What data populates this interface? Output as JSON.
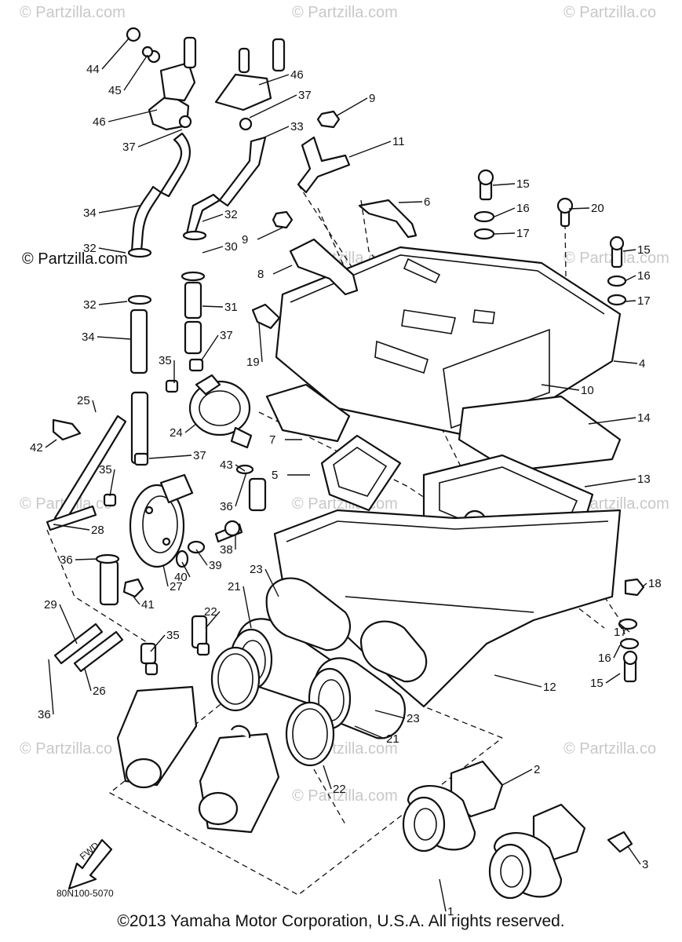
{
  "diagram": {
    "part_code": "80N100-5070",
    "fwd_label": "FWD",
    "copyright": "©2013 Yamaha Motor Corporation, U.S.A. All rights reserved.",
    "watermarks": [
      "© Partzilla.com",
      "© Partzilla.com",
      "© Partzilla.co",
      "© Partzilla.com",
      "© Partzilla.com",
      "© Partzilla.com",
      "© Partzilla.co",
      "© Partzilla.com",
      "© Partzilla.com",
      "© Partzilla.co",
      "© Partzilla.com",
      "© Partzilla.co",
      "© Partzilla.com"
    ],
    "callouts": [
      "44",
      "45",
      "46",
      "37",
      "46",
      "37",
      "9",
      "33",
      "11",
      "34",
      "6",
      "15",
      "16",
      "20",
      "17",
      "32",
      "30",
      "9",
      "32",
      "15",
      "8",
      "16",
      "31",
      "32",
      "17",
      "34",
      "37",
      "19",
      "4",
      "35",
      "10",
      "25",
      "14",
      "24",
      "7",
      "42",
      "37",
      "43",
      "13",
      "5",
      "35",
      "36",
      "28",
      "38",
      "39",
      "36",
      "40",
      "27",
      "23",
      "18",
      "41",
      "21",
      "22",
      "17",
      "29",
      "35",
      "16",
      "15",
      "12",
      "26",
      "36",
      "23",
      "21",
      "22",
      "2",
      "3",
      "1"
    ]
  }
}
